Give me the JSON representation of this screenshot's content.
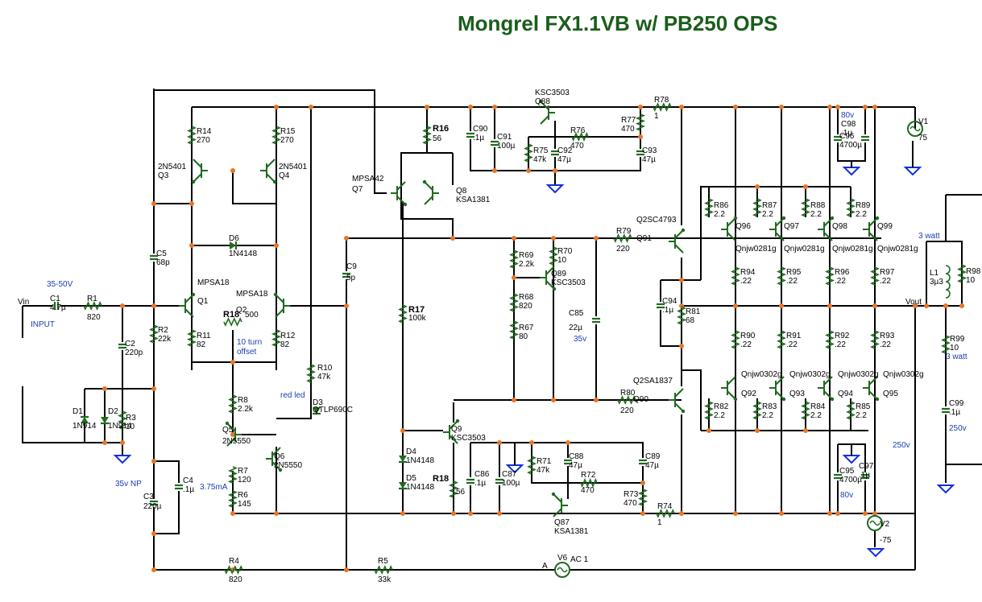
{
  "title": "Mongrel FX1.1VB w/ PB250 OPS",
  "labels": {
    "vin": "Vin",
    "input": "INPUT",
    "supply_in": "35-50V",
    "vout": "Vout",
    "np": "35v NP",
    "v80a": "80v",
    "v80b": "80v",
    "v250a": "250v",
    "v250b": "250v",
    "w3a": "3 watt",
    "w3b": "3 watt",
    "v35": "35v",
    "trim1": "10 turn",
    "trim2": "offset",
    "ma": "3.75mA",
    "redled": "red led",
    "ac": "AC 1",
    "a": "A"
  },
  "parts": {
    "C1": [
      "C1",
      "4.7µ"
    ],
    "R1": [
      "R1",
      "820"
    ],
    "C2": [
      "C2",
      "220p"
    ],
    "R2": [
      "R2",
      "22k"
    ],
    "D1": [
      "D1",
      "1N914"
    ],
    "D2": [
      "D2",
      "1N914"
    ],
    "R3": [
      "R3",
      "10"
    ],
    "C3": [
      "C3",
      "220µ"
    ],
    "C4": [
      "C4",
      ".1µ"
    ],
    "C5": [
      "C5",
      "68p"
    ],
    "R4": [
      "R4",
      "820"
    ],
    "R5": [
      "R5",
      "33k"
    ],
    "R14": [
      "R14",
      "270"
    ],
    "R15": [
      "R15",
      "270"
    ],
    "Q3": [
      "2N5401",
      "Q3"
    ],
    "Q4": [
      "2N5401",
      "Q4"
    ],
    "D6": [
      "D6",
      "1N4148"
    ],
    "Q1": [
      "MPSA18",
      "Q1"
    ],
    "Q2": [
      "MPSA18",
      "Q2"
    ],
    "R18": [
      "R18",
      "500"
    ],
    "R11": [
      "R11",
      "82"
    ],
    "R12": [
      "R12",
      "82"
    ],
    "C9": [
      "C9",
      "5p"
    ],
    "R10": [
      "R10",
      "47k"
    ],
    "D3": [
      "D3",
      "QTLP690C"
    ],
    "R8": [
      "R8",
      "2.2k"
    ],
    "Q5": [
      "Q5",
      "2N5550"
    ],
    "Q6": [
      "Q6",
      "2N5550"
    ],
    "R7": [
      "R7",
      "120"
    ],
    "R6": [
      "R6",
      "145"
    ],
    "R16": [
      "R16",
      "56"
    ],
    "Q7": [
      "MPSA42",
      "Q7"
    ],
    "Q8": [
      "Q8",
      "KSA1381"
    ],
    "R17": [
      "R17",
      "100k"
    ],
    "D4": [
      "D4",
      "1N4148"
    ],
    "D5": [
      "D5",
      "1N4148"
    ],
    "R18b": [
      "R18",
      "56"
    ],
    "Q9": [
      "Q9",
      "KSC3503"
    ],
    "Q88": [
      "KSC3503",
      "Q88"
    ],
    "C90": [
      "C90",
      ".1µ"
    ],
    "C91": [
      "C91",
      "100µ"
    ],
    "R75": [
      "R75",
      "47k"
    ],
    "C92": [
      "C92",
      "47µ"
    ],
    "R76": [
      "R76",
      "470"
    ],
    "R77": [
      "R77",
      "470"
    ],
    "C93": [
      "C93",
      "47µ"
    ],
    "R78": [
      "R78",
      "1"
    ],
    "R69": [
      "R69",
      "2.2k"
    ],
    "R70": [
      "R70",
      "10"
    ],
    "Q89": [
      "Q89",
      "KSC3503"
    ],
    "R68": [
      "R68",
      "820"
    ],
    "R67": [
      "R67",
      "80"
    ],
    "C85": [
      "C85",
      "22µ"
    ],
    "R79": [
      "R79",
      "220"
    ],
    "R80": [
      "R80",
      "220"
    ],
    "Q91": [
      "Q2SC4793",
      "Q91"
    ],
    "Q90": [
      "Q2SA1837",
      "Q90"
    ],
    "C94": [
      "C94",
      ".1µ"
    ],
    "R81": [
      "R81",
      "68"
    ],
    "C86": [
      "C86",
      ".1µ"
    ],
    "C87": [
      "C87",
      "100µ"
    ],
    "R71": [
      "R71",
      "47k"
    ],
    "C88": [
      "C88",
      "47µ"
    ],
    "R72": [
      "R72",
      "470"
    ],
    "C89": [
      "C89",
      "47µ"
    ],
    "R73": [
      "R73",
      "470"
    ],
    "R74": [
      "R74",
      "1"
    ],
    "Q87": [
      "Q87",
      "KSA1381"
    ],
    "R86": [
      "R86",
      "2.2"
    ],
    "R87": [
      "R87",
      "2.2"
    ],
    "R88": [
      "R88",
      "2.2"
    ],
    "R89": [
      "R89",
      "2.2"
    ],
    "Q96": [
      "Q96",
      "Qnjw0281g"
    ],
    "Q97": [
      "Q97",
      "Qnjw0281g"
    ],
    "Q98": [
      "Q98",
      "Qnjw0281g"
    ],
    "Q99": [
      "Q99",
      "Qnjw0281g"
    ],
    "R94": [
      "R94",
      ".22"
    ],
    "R95": [
      "R95",
      ".22"
    ],
    "R96": [
      "R96",
      ".22"
    ],
    "R97": [
      "R97",
      ".22"
    ],
    "R90": [
      "R90",
      ".22"
    ],
    "R91": [
      "R91",
      ".22"
    ],
    "R92": [
      "R92",
      ".22"
    ],
    "R93": [
      "R93",
      ".22"
    ],
    "Q92": [
      "Qnjw0302g",
      "Q92"
    ],
    "Q93": [
      "Qnjw0302g",
      "Q93"
    ],
    "Q94": [
      "Qnjw0302g",
      "Q94"
    ],
    "Q95": [
      "Qnjw0302g",
      "Q95"
    ],
    "R82": [
      "R82",
      "2.2"
    ],
    "R83": [
      "R83",
      "2.2"
    ],
    "R84": [
      "R84",
      "2.2"
    ],
    "R85": [
      "R85",
      "2.2"
    ],
    "C96": [
      "C96",
      "4700µ"
    ],
    "C98": [
      "C98",
      ".1µ"
    ],
    "C95": [
      "C95",
      "4700µ"
    ],
    "C97": [
      "C97",
      ".1µ"
    ],
    "V1": [
      "V1",
      "75"
    ],
    "V2": [
      "V2",
      "-75"
    ],
    "V6": [
      "V6"
    ],
    "L1": [
      "L1",
      "3µ3"
    ],
    "R98": [
      "R98",
      "10"
    ],
    "R99": [
      "R99",
      "10"
    ],
    "C99": [
      "C99",
      ".1µ"
    ]
  }
}
